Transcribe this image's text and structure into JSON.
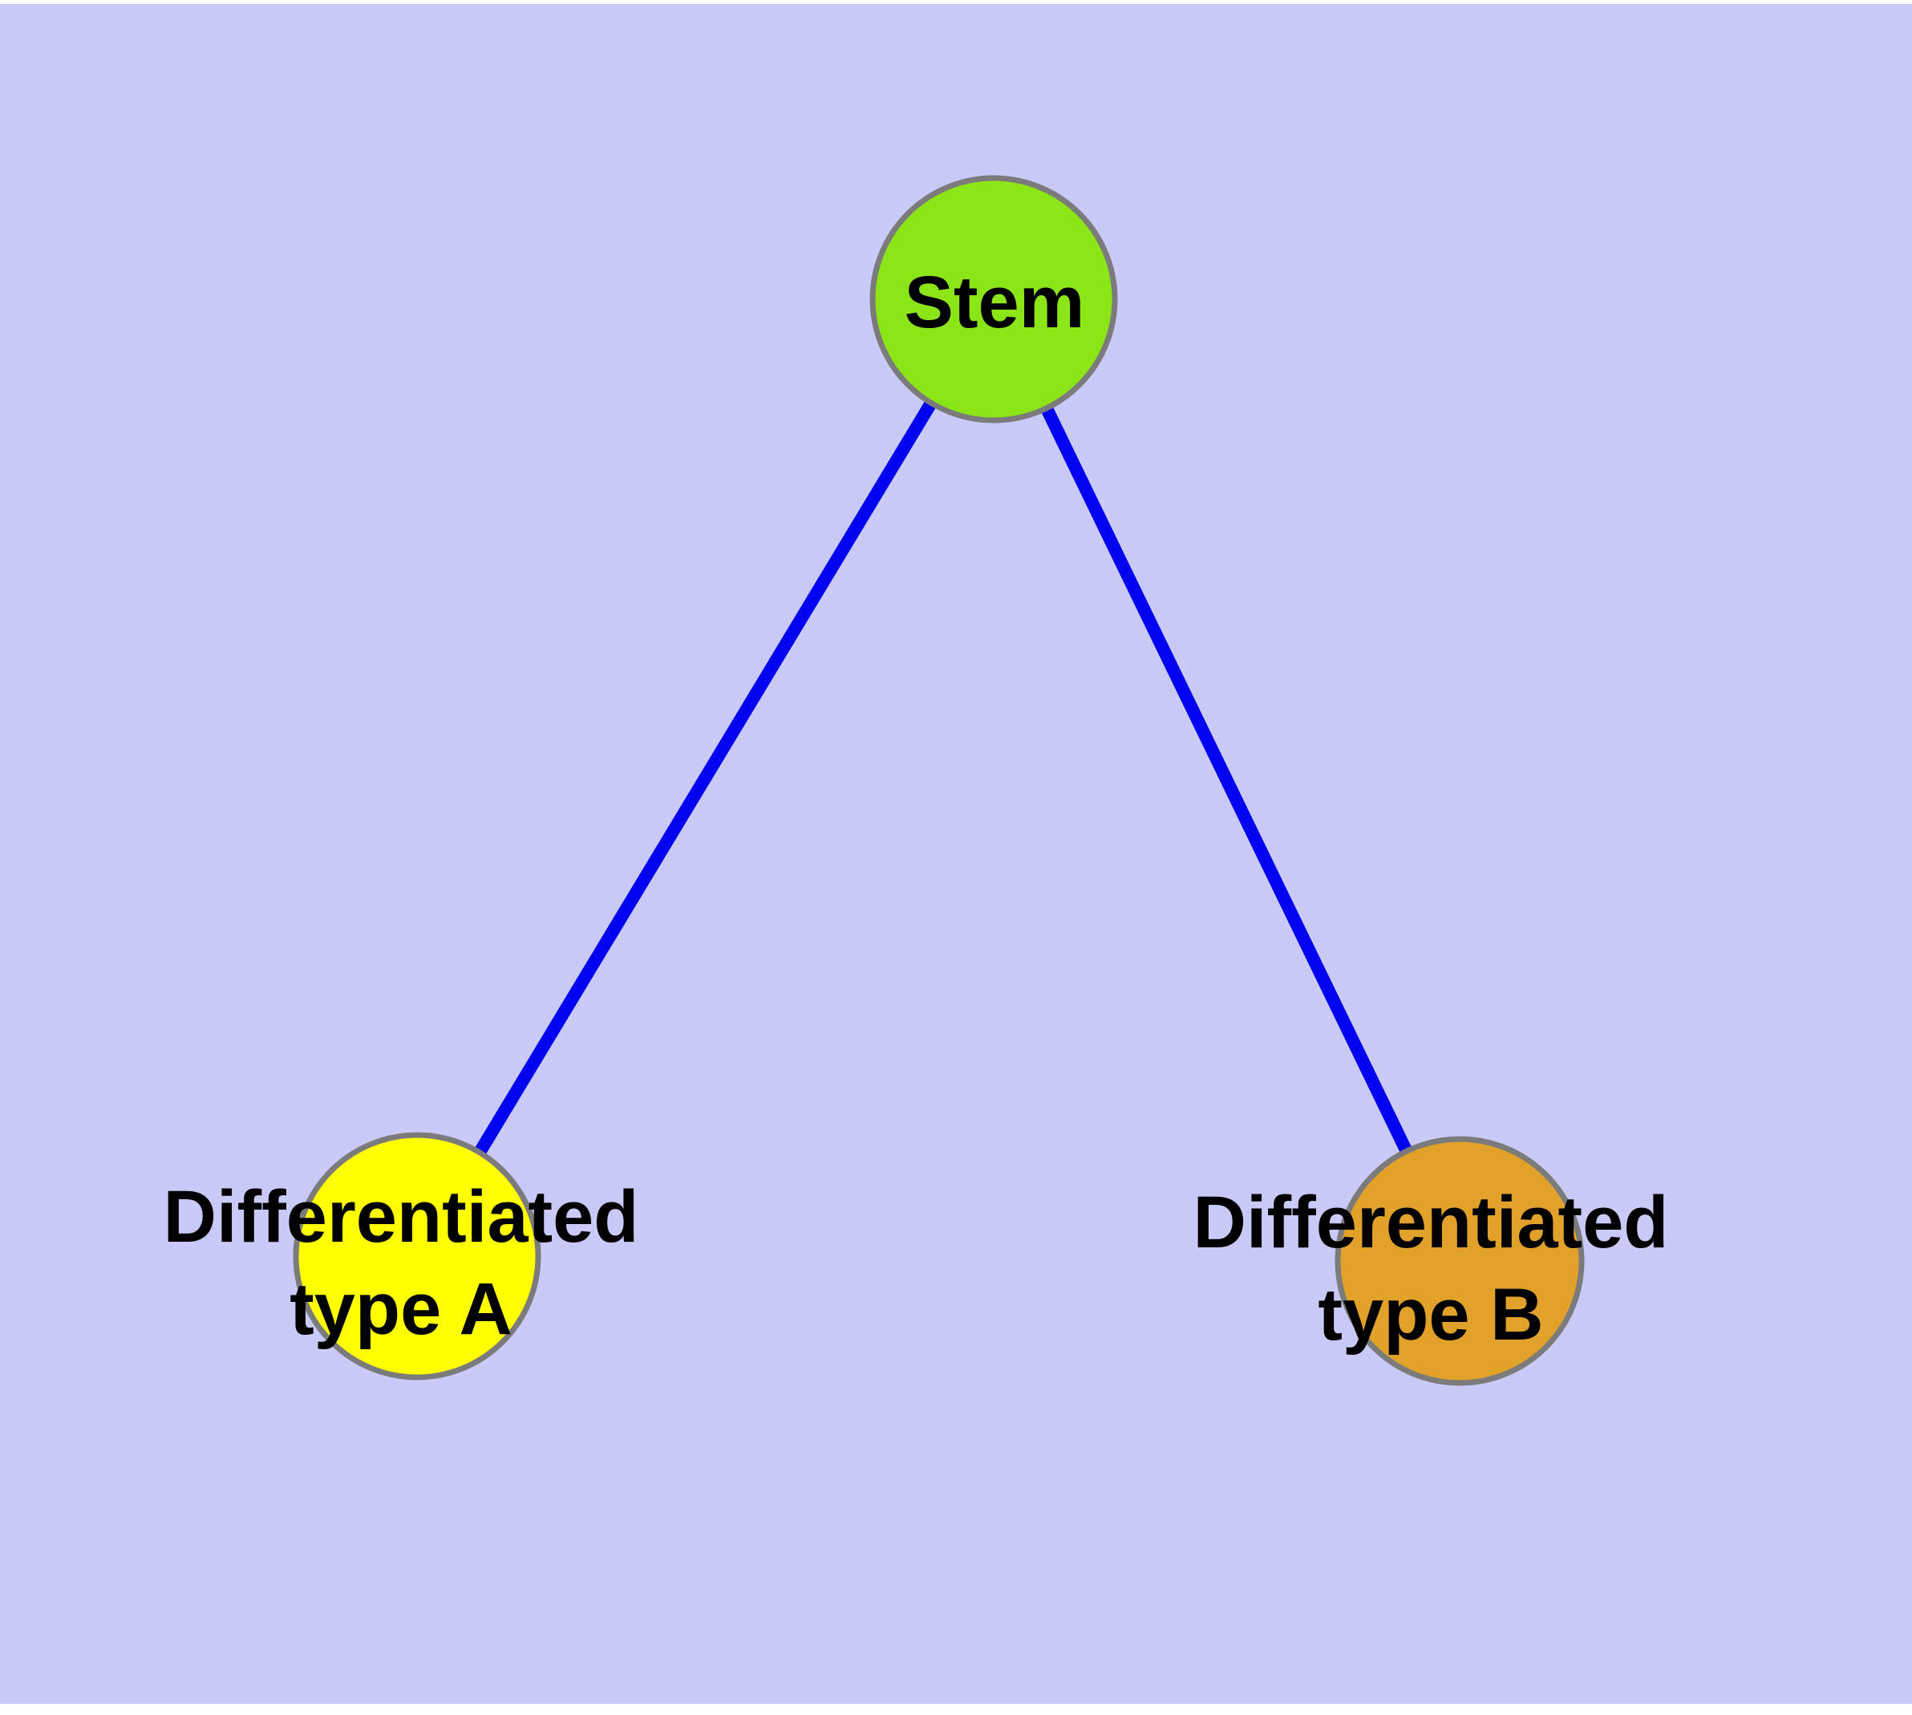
{
  "diagram": {
    "description": "Stem cell differentiation graph",
    "page_color": "#FFFFFF",
    "background_color": "#CACAF8",
    "edge_color": "#0202F2",
    "node_border_color": "#7B7B7B",
    "label_color": "#000000",
    "nodes": [
      {
        "id": "stem",
        "label": "Stem",
        "line1": "Stem",
        "line2": "",
        "fill": "#8CE516"
      },
      {
        "id": "differentiated-type-a",
        "label": "Differentiated type A",
        "line1": "Differentiated",
        "line2": "type A",
        "fill": "#FFFF00"
      },
      {
        "id": "differentiated-type-b",
        "label": "Differentiated type B",
        "line1": "Differentiated",
        "line2": "type B",
        "fill": "#E2A229"
      }
    ],
    "edges": [
      {
        "from": "Stem",
        "to": "Differentiated type A"
      },
      {
        "from": "Stem",
        "to": "Differentiated type B"
      }
    ]
  }
}
